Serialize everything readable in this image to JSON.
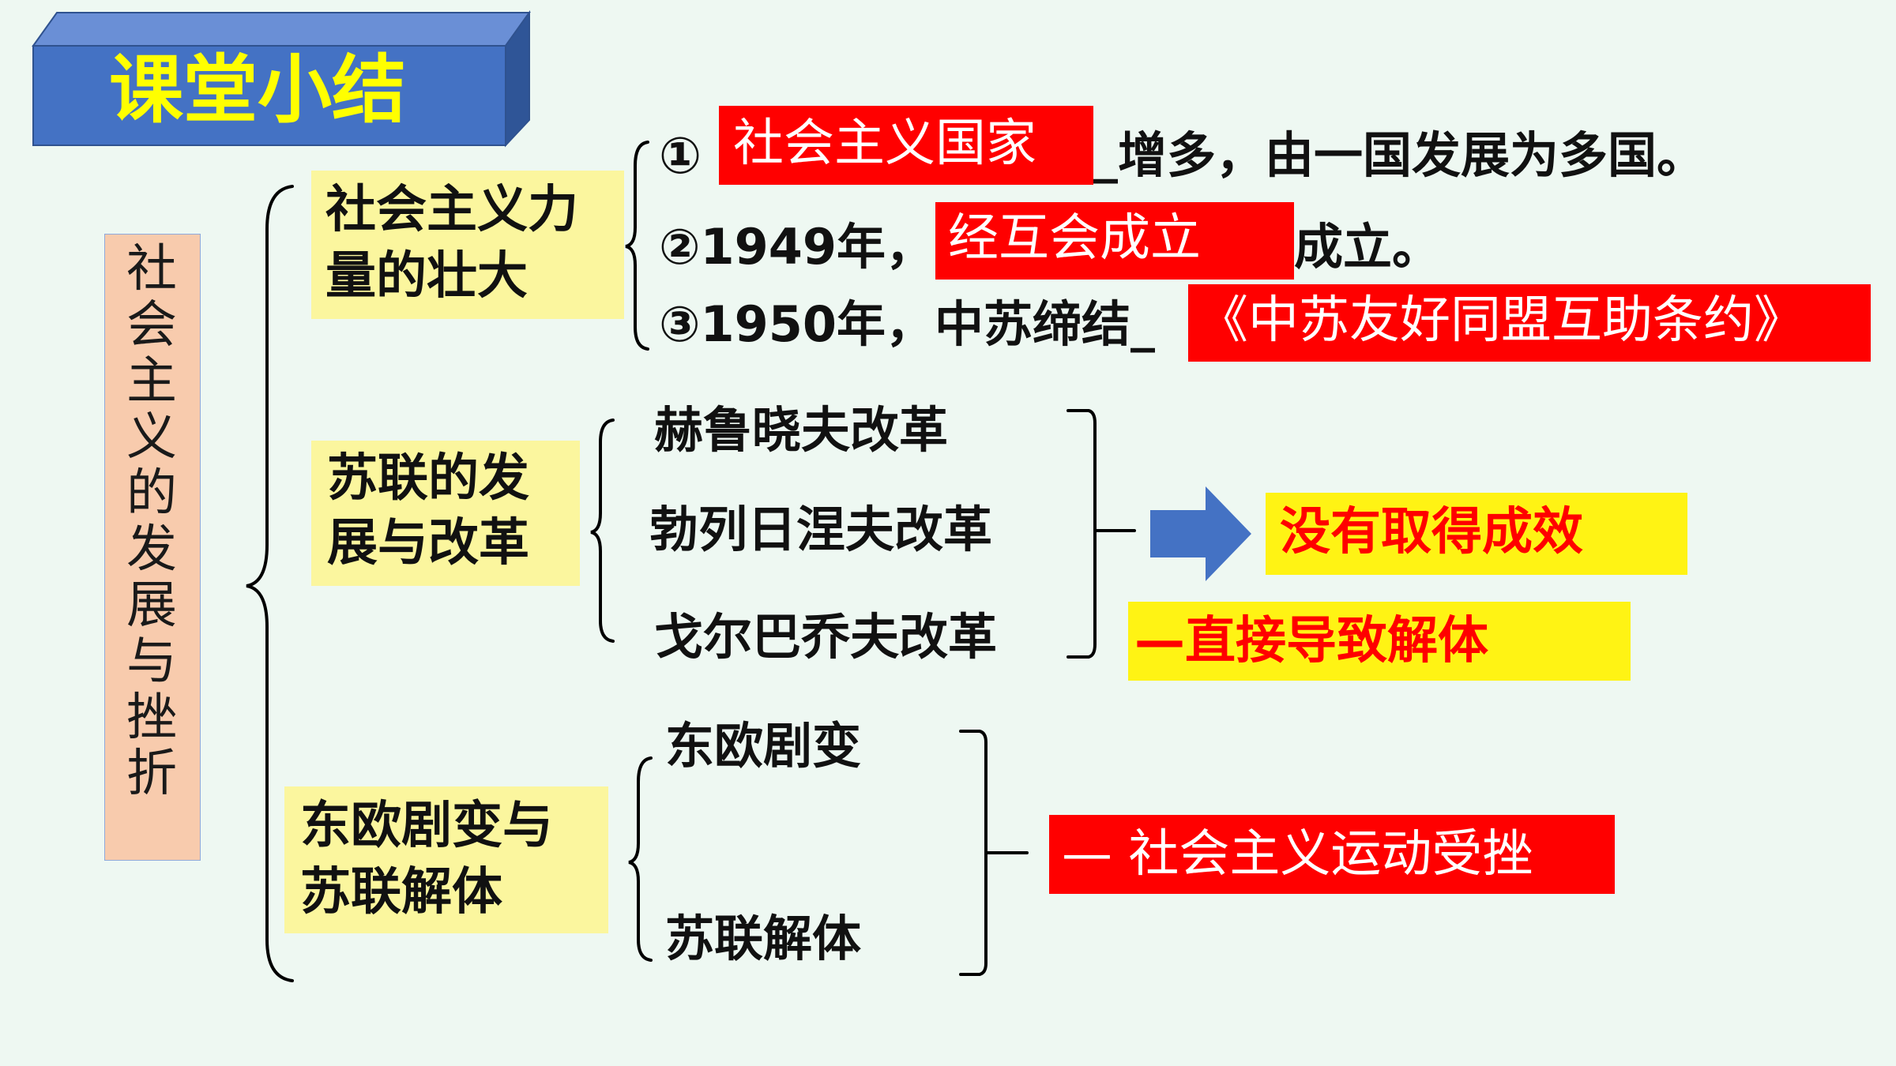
{
  "title": "课堂小结",
  "root_label": "社会主义的发展与挫折",
  "sections": [
    {
      "label_line1": "社会主义力",
      "label_line2": "量的壮大",
      "items": [
        {
          "prefix": "①",
          "answer": "社会主义国家",
          "suffix": "_增多，由一国发展为多国。"
        },
        {
          "prefix": "②1949年，",
          "answer": "经互会成立",
          "suffix": "成立。"
        },
        {
          "prefix": "③1950年，中苏缔结_",
          "answer": "《中苏友好同盟互助条约》",
          "suffix": ""
        }
      ]
    },
    {
      "label_line1": "苏联的发",
      "label_line2": "展与改革",
      "items": [
        "赫鲁晓夫改革",
        "勃列日涅夫改革",
        "戈尔巴乔夫改革"
      ],
      "result": "没有取得成效",
      "note": "—直接导致解体"
    },
    {
      "label_line1": "东欧剧变与",
      "label_line2": "苏联解体",
      "items": [
        "东欧剧变",
        "苏联解体"
      ],
      "result": "—  社会主义运动受挫"
    }
  ],
  "colors": {
    "background": "#eef8f2",
    "title_box": "#4472c4",
    "title_text": "#ffff00",
    "highlight_red": "#ff0000",
    "highlight_yellow": "#fff314",
    "label_yellow": "#fbf69e",
    "root_box": "#f8cbad",
    "arrow": "#4472c4"
  }
}
